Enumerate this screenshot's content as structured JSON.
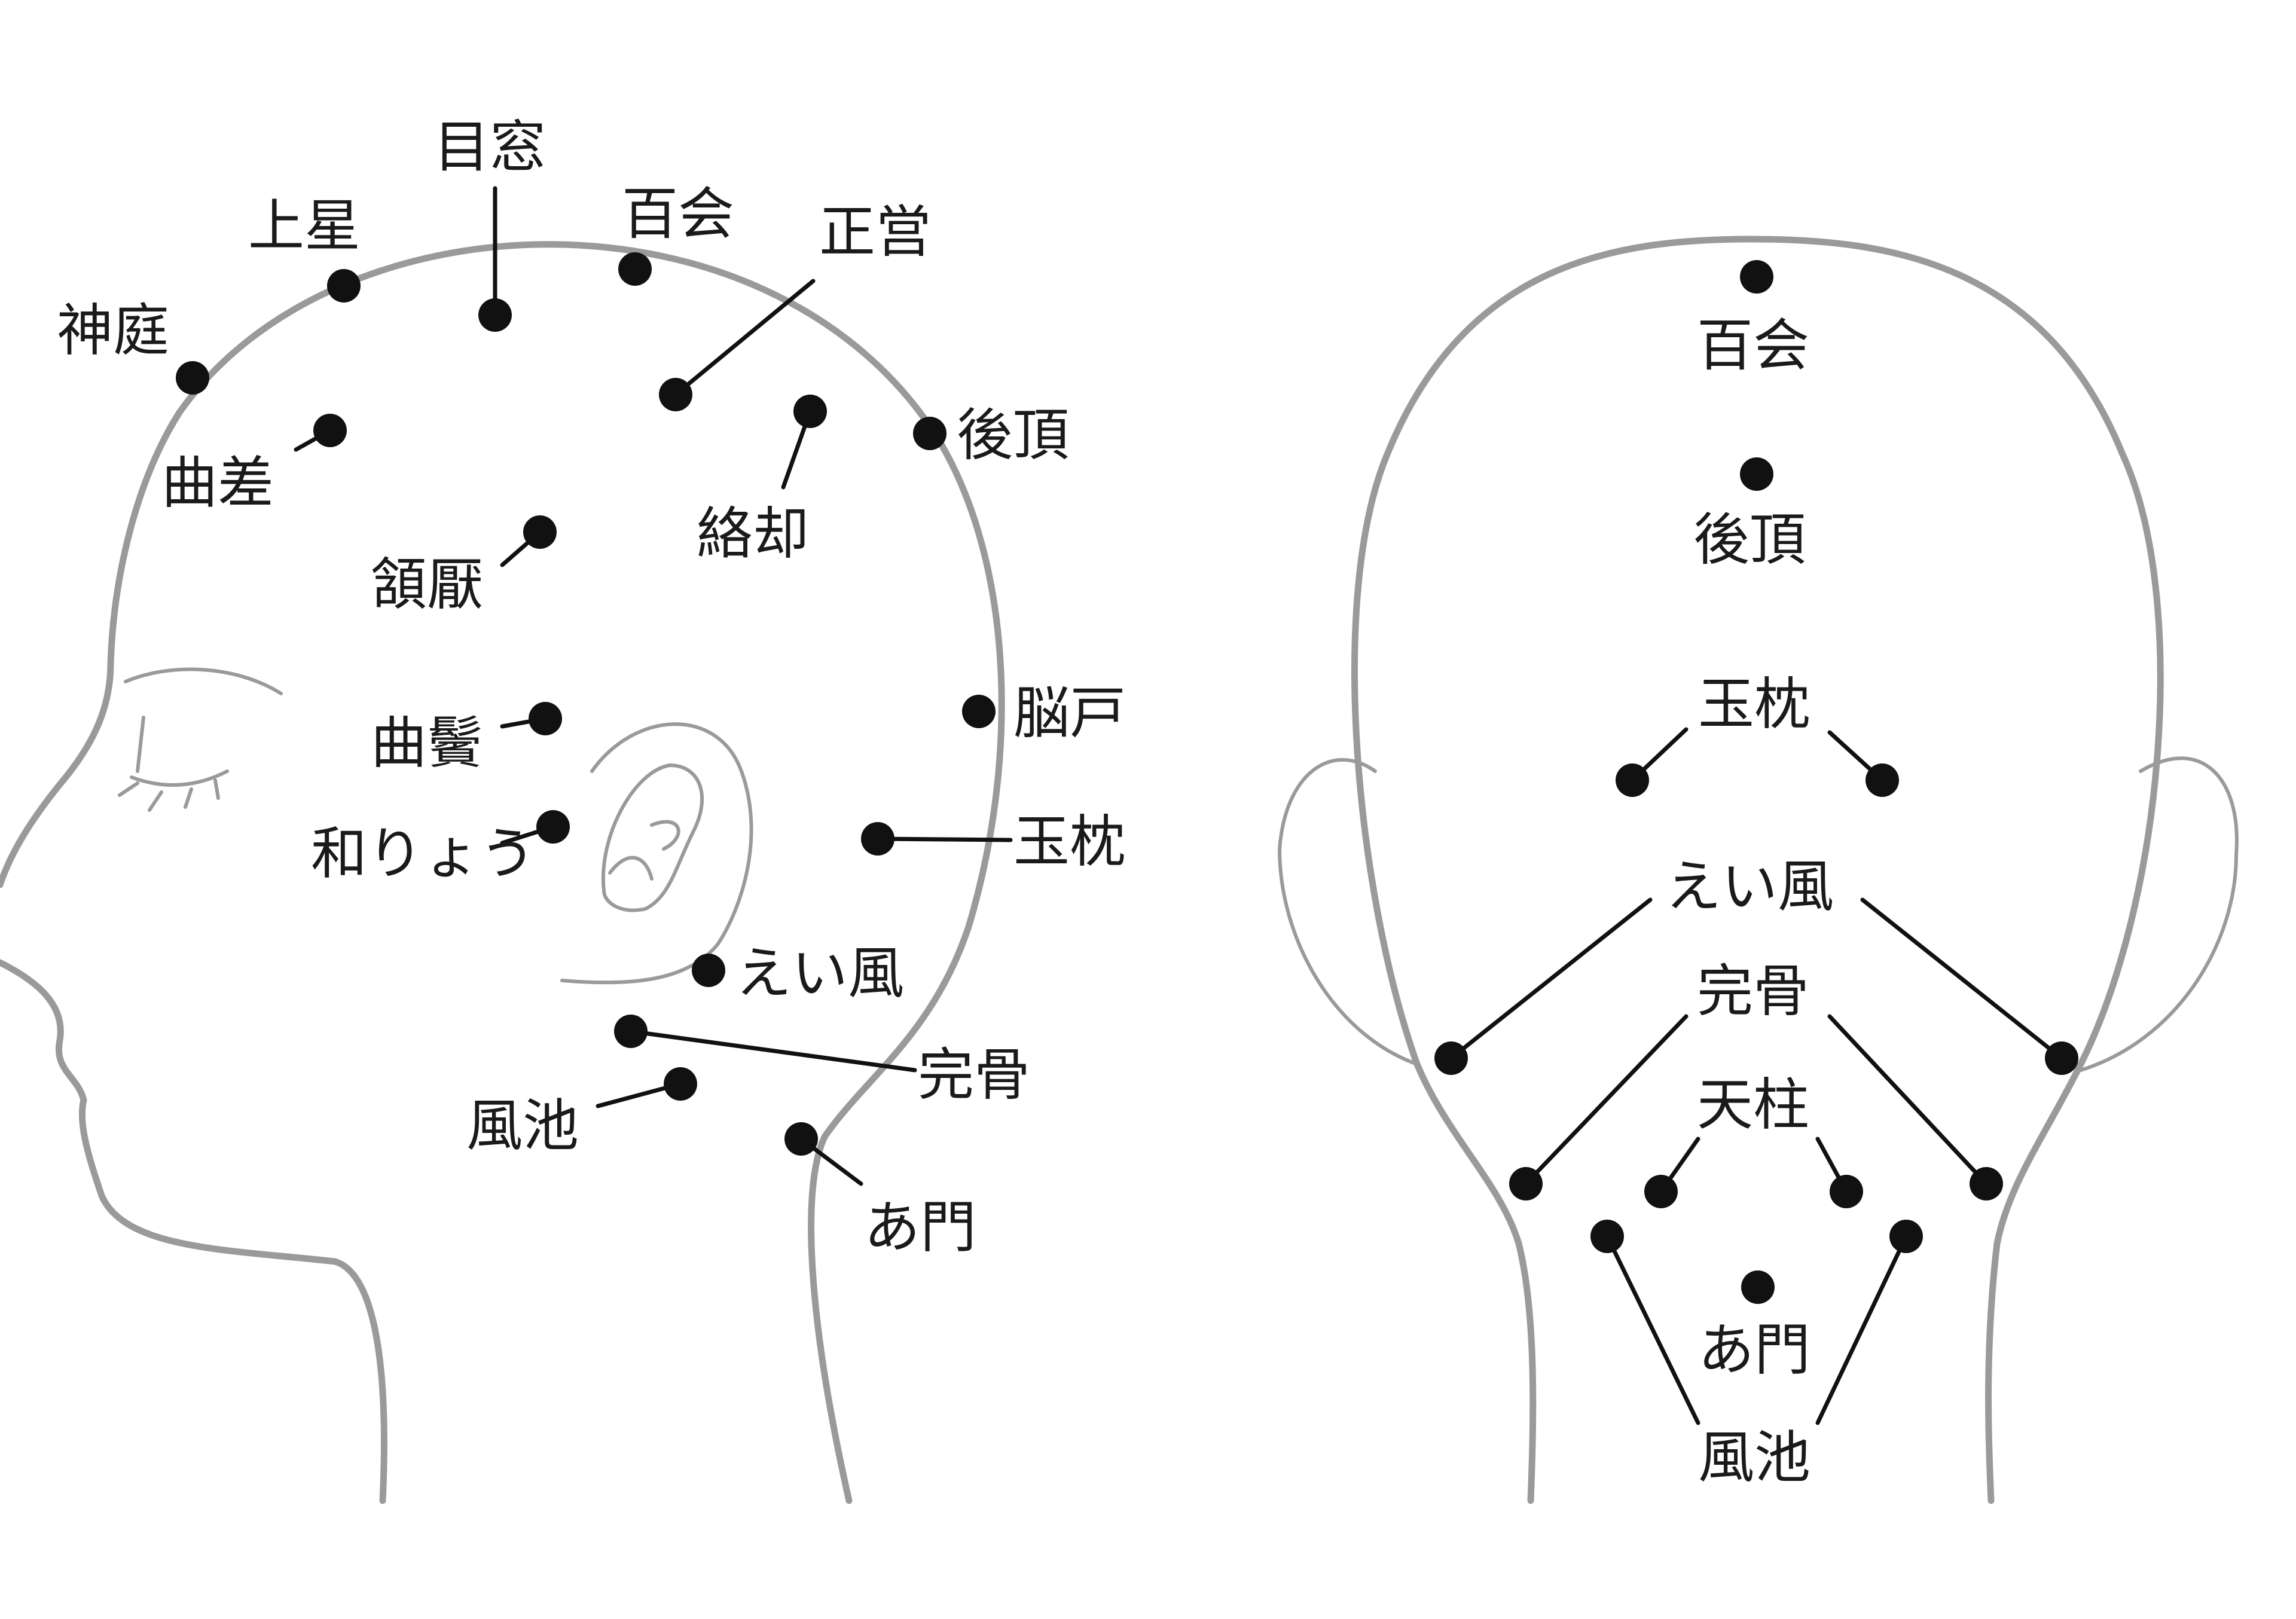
{
  "side_view": {
    "labels": {
      "mokuso": "目窓",
      "josei": "上星",
      "hyakue": "百会",
      "seiei": "正営",
      "shintei": "神庭",
      "kyokusa": "曲差",
      "gochou": "後頂",
      "rakkyaku": "絡却",
      "ganen": "頷厭",
      "noko": "脳戸",
      "kyokubin": "曲鬢",
      "waryo": "和りょう",
      "gyokuchin": "玉枕",
      "eifu": "えい風",
      "kankotsu": "完骨",
      "fuchi": "風池",
      "amon": "あ門"
    }
  },
  "back_view": {
    "labels": {
      "hyakue": "百会",
      "gochou": "後頂",
      "gyokuchin": "玉枕",
      "eifu": "えい風",
      "kankotsu": "完骨",
      "tenchu": "天柱",
      "amon": "あ門",
      "fuchi": "風池"
    }
  },
  "colors": {
    "outline": "#9a9a9a",
    "point": "#111111",
    "text": "#1a1a1a",
    "background": "#ffffff"
  }
}
